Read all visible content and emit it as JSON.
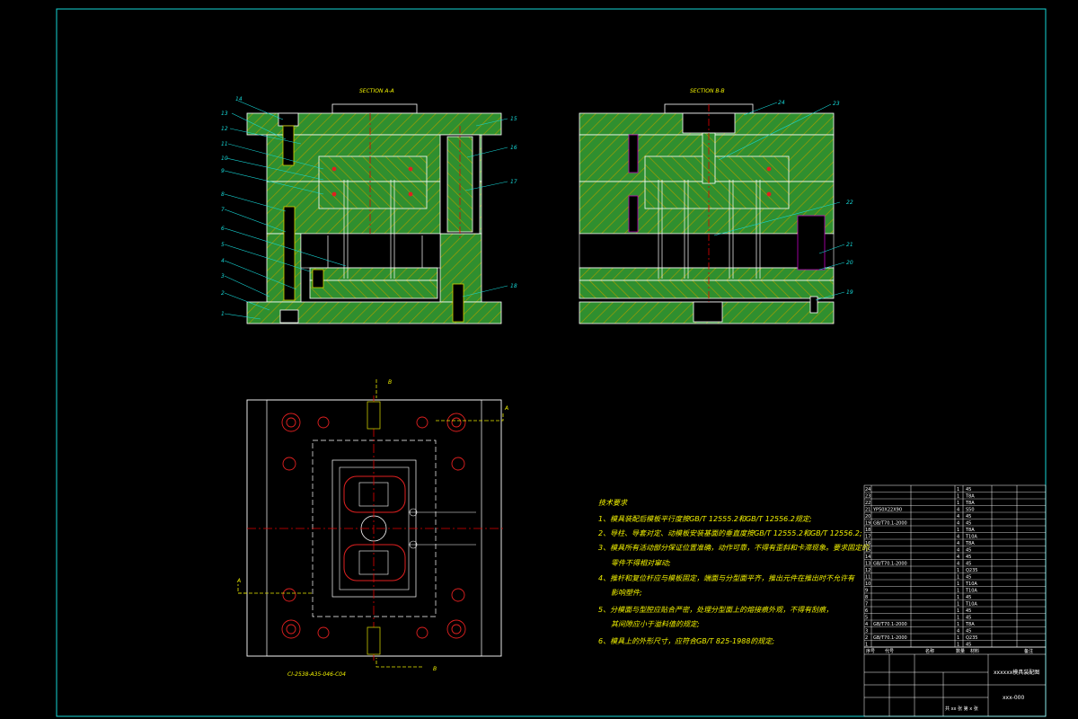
{
  "sections": {
    "left_title": "SECTION A-A",
    "right_title": "SECTION B-B"
  },
  "colors": {
    "background": "#000000",
    "frame": "#16d6d6",
    "hatch_fill": "#2f8f2f",
    "hatch_line": "#b0a000",
    "outline": "#ffffff",
    "centerline": "#e00000",
    "text": "#f2f200",
    "part_accent": "#c000c0"
  },
  "left_callouts": [
    "14",
    "13",
    "12",
    "11",
    "10",
    "9",
    "8",
    "7",
    "6",
    "5",
    "4",
    "3",
    "2",
    "1",
    "15",
    "16",
    "17",
    "18"
  ],
  "right_callouts": [
    "24",
    "23",
    "22",
    "21",
    "20",
    "19"
  ],
  "plan_view": {
    "cut_labels": [
      "B",
      "B",
      "A",
      "A"
    ],
    "drawing_code": "CI-2538-A35-046-C04"
  },
  "tech_requirements": {
    "title": "技术要求",
    "items": [
      "1、模具装配后模板平行度按GB/T 12555.2和GB/T 12556.2规定;",
      "2、导柱、导套对定、动模板安装基面的垂直度按GB/T 12555.2和GB/T 12556.2;",
      "3、模具所有活动部分保证位置准确，动作可靠，不得有歪斜和卡滞现象。要求固定的",
      "零件不得相对窜动;",
      "4、推杆和复位杆应与模板固定，端面与分型面平齐，推出元件在推出时不允许有",
      "影响塑件;",
      "5、分模面与型腔应贴合严密，处理分型面上的熔接痕外观，不得有刮痕，",
      "其间隙应小于溢料值的规定;",
      "6、模具上的外形尺寸，应符合GB/T 825-1988的规定;"
    ]
  },
  "parts_table": {
    "codes": [
      "24",
      "23",
      "22",
      "21",
      "20",
      "19",
      "18",
      "17",
      "16",
      "15",
      "14",
      "13",
      "12",
      "11",
      "10",
      "9",
      "8",
      "7",
      "6",
      "5",
      "4",
      "3",
      "2",
      "1"
    ],
    "standards": [
      "",
      "",
      "",
      "YP50X22X90",
      "",
      "GB/T70.1-2000",
      "",
      "",
      "",
      "",
      "",
      "GB/T70.1-2000",
      "",
      "",
      "",
      "",
      "",
      "",
      "",
      "",
      "GB/T70.1-2000",
      "",
      "GB/T70.1-2000",
      ""
    ],
    "quantities": [
      "1",
      "1",
      "1",
      "4",
      "4",
      "4",
      "1",
      "4",
      "4",
      "4",
      "4",
      "4",
      "1",
      "1",
      "1",
      "1",
      "1",
      "1",
      "1",
      "1",
      "1",
      "4",
      "1",
      "1"
    ],
    "materials": [
      "45",
      "T8A",
      "T8A",
      "S50",
      "45",
      "45",
      "T8A",
      "T10A",
      "T8A",
      "45",
      "45",
      "45",
      "Q235",
      "45",
      "T10A",
      "T10A",
      "45",
      "T10A",
      "45",
      "45",
      "T8A",
      "45",
      "Q235",
      "45"
    ],
    "header": [
      "序号",
      "代号",
      "名称",
      "数量",
      "材料",
      "备注"
    ],
    "drawing_name": "xxxxxx模具装配图",
    "drawing_number": "xxx-000",
    "scale_line": "共 xx 张  第 x 张"
  }
}
